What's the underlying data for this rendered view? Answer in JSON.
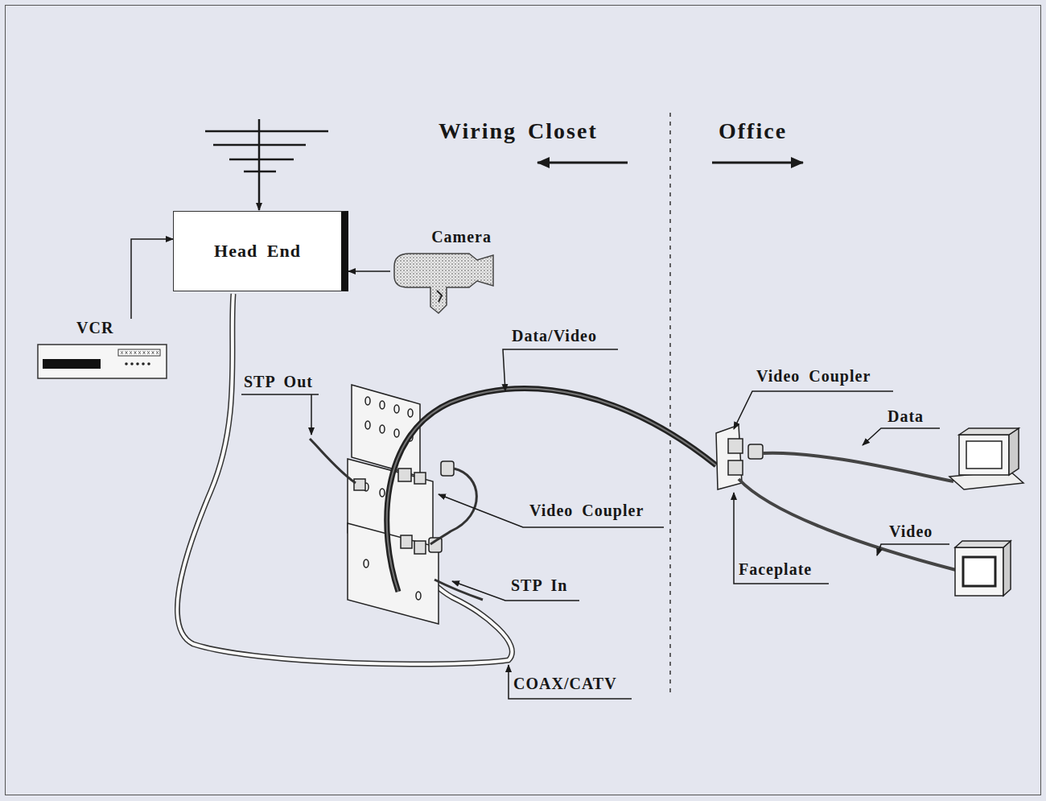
{
  "diagram": {
    "nodes": [
      {
        "text": [
          "Head End"
        ]
      },
      {
        "text": [
          "Camera"
        ]
      },
      {
        "text": [
          "VCR"
        ]
      }
    ],
    "edges": [
      {
        "from": 2,
        "to": 0,
        "arrow": "to"
      },
      {
        "from": 1,
        "to": 0,
        "arrow": "to"
      }
    ],
    "labels": [
      "Wiring Closet",
      "Office",
      "Data/Video",
      "STP Out",
      "Video Coupler",
      "STP In",
      "COAX/CATV",
      "Video Coupler",
      "Data",
      "Video",
      "Faceplate"
    ]
  }
}
